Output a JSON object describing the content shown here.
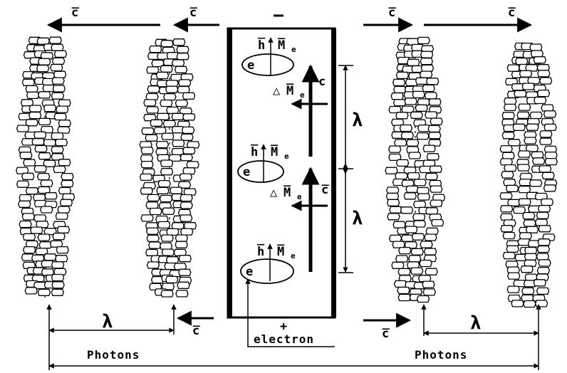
{
  "diagram": {
    "charge_top": "−",
    "charge_bottom": "+",
    "velocity_label": "c̅",
    "velocity_label_inner": "c",
    "wavelength_symbol": "λ",
    "electron_symbol": "e",
    "field_h": "h̅",
    "moment_M": "M̅",
    "moment_sub": "e",
    "delta_symbol": "△",
    "electron_caption": "electron",
    "photons_left": "Photons",
    "photons_right": "Photons"
  },
  "colors": {
    "ink": "#000000",
    "background": "#ffffff"
  }
}
